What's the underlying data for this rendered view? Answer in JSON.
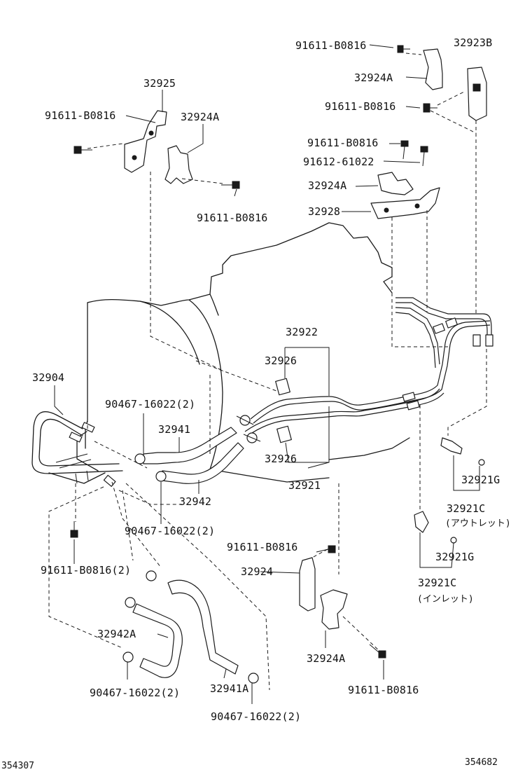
{
  "labels": {
    "l_91611_top_right": "91611-B0816",
    "l_32923B": "32923B",
    "l_32924A_top_right": "32924A",
    "l_91611_right2": "91611-B0816",
    "l_32925": "32925",
    "l_91611_left_top": "91611-B0816",
    "l_32924A_left": "32924A",
    "l_91611_mid_a": "91611-B0816",
    "l_91612": "91612-61022",
    "l_32924A_mid": "32924A",
    "l_32928": "32928",
    "l_91611_left_bolt": "91611-B0816",
    "l_32922": "32922",
    "l_32926_top": "32926",
    "l_32904": "32904",
    "l_90467_a": "90467-16022(2)",
    "l_32941": "32941",
    "l_32926_bot": "32926",
    "l_32921": "32921",
    "l_32942": "32942",
    "l_90467_b": "90467-16022(2)",
    "l_32921G_a": "32921G",
    "l_32921C_a": "32921C",
    "l_outlet": "(アウトレット)",
    "l_91611_mid_b": "91611-B0816",
    "l_91611_2": "91611-B0816(2)",
    "l_32924": "32924",
    "l_32921G_b": "32921G",
    "l_32921C_b": "32921C",
    "l_inlet": "(インレット)",
    "l_32942A": "32942A",
    "l_32924A_bot": "32924A",
    "l_90467_c": "90467-16022(2)",
    "l_32941A": "32941A",
    "l_91611_bot": "91611-B0816",
    "l_90467_d": "90467-16022(2)",
    "l_code_left": "354307",
    "l_code_right": "354682"
  }
}
